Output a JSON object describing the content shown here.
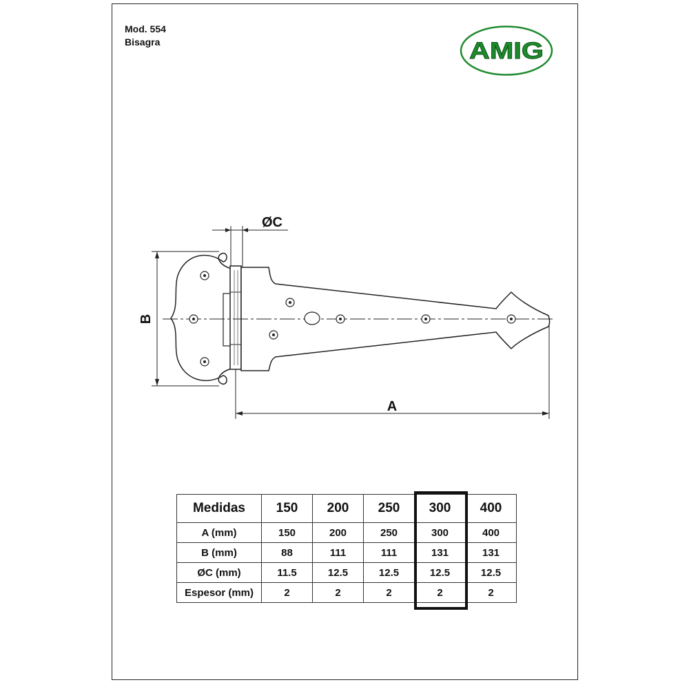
{
  "header": {
    "model": "Mod. 554",
    "name": "Bisagra"
  },
  "logo": {
    "text": "AMIG",
    "color": "#1f8a2e"
  },
  "drawing": {
    "label_a": "A",
    "label_b": "B",
    "label_c": "ØC"
  },
  "table": {
    "header_label": "Medidas",
    "columns": [
      "150",
      "200",
      "250",
      "300",
      "400"
    ],
    "highlighted_column": "300",
    "rows": [
      {
        "label": "A (mm)",
        "values": [
          "150",
          "200",
          "250",
          "300",
          "400"
        ]
      },
      {
        "label": "B (mm)",
        "values": [
          "88",
          "111",
          "111",
          "131",
          "131"
        ]
      },
      {
        "label": "ØC (mm)",
        "values": [
          "11.5",
          "12.5",
          "12.5",
          "12.5",
          "12.5"
        ]
      },
      {
        "label": "Espesor (mm)",
        "values": [
          "2",
          "2",
          "2",
          "2",
          "2"
        ]
      }
    ]
  }
}
